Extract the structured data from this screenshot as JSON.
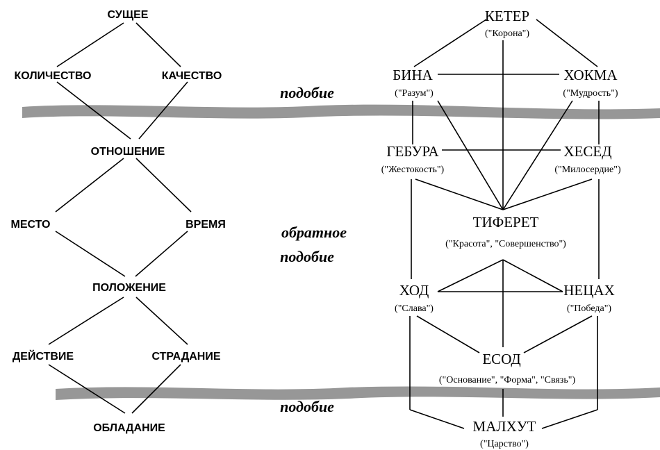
{
  "categories": {
    "essence": "СУЩЕЕ",
    "quantity": "КОЛИЧЕСТВО",
    "quality": "КАЧЕСТВО",
    "relation": "ОТНОШЕНИЕ",
    "place": "МЕСТО",
    "time": "ВРЕМЯ",
    "position": "ПОЛОЖЕНИЕ",
    "action": "ДЕЙСТВИЕ",
    "passion": "СТРАДАНИЕ",
    "possession": "ОБЛАДАНИЕ"
  },
  "middle_labels": {
    "likeness_top": "подобие",
    "inverse_1": "обратное",
    "inverse_2": "подобие",
    "likeness_bottom": "подобие"
  },
  "sefirot": {
    "keter": {
      "name": "КЕТЕР",
      "meaning": "(\"Корона\")"
    },
    "bina": {
      "name": "БИНА",
      "meaning": "(\"Разум\")"
    },
    "hokma": {
      "name": "ХОКМА",
      "meaning": "(\"Мудрость\")"
    },
    "gebura": {
      "name": "ГЕБУРА",
      "meaning": "(\"Жестокость\")"
    },
    "hesed": {
      "name": "ХЕСЕД",
      "meaning": "(\"Милосердие\")"
    },
    "tiferet": {
      "name": "ТИФЕРЕТ",
      "meaning": "(\"Красота\", \"Совершенство\")"
    },
    "hod": {
      "name": "ХОД",
      "meaning": "(\"Слава\")"
    },
    "netzah": {
      "name": "НЕЦАХ",
      "meaning": "(\"Победа\")"
    },
    "yesod": {
      "name": "ЕСОД",
      "meaning": "(\"Основание\", \"Форма\", \"Связь\")"
    },
    "malkhut": {
      "name": "МАЛХУТ",
      "meaning": "(\"Царство\")"
    }
  },
  "colors": {
    "line": "#000000",
    "band": "#8c8c8c"
  }
}
